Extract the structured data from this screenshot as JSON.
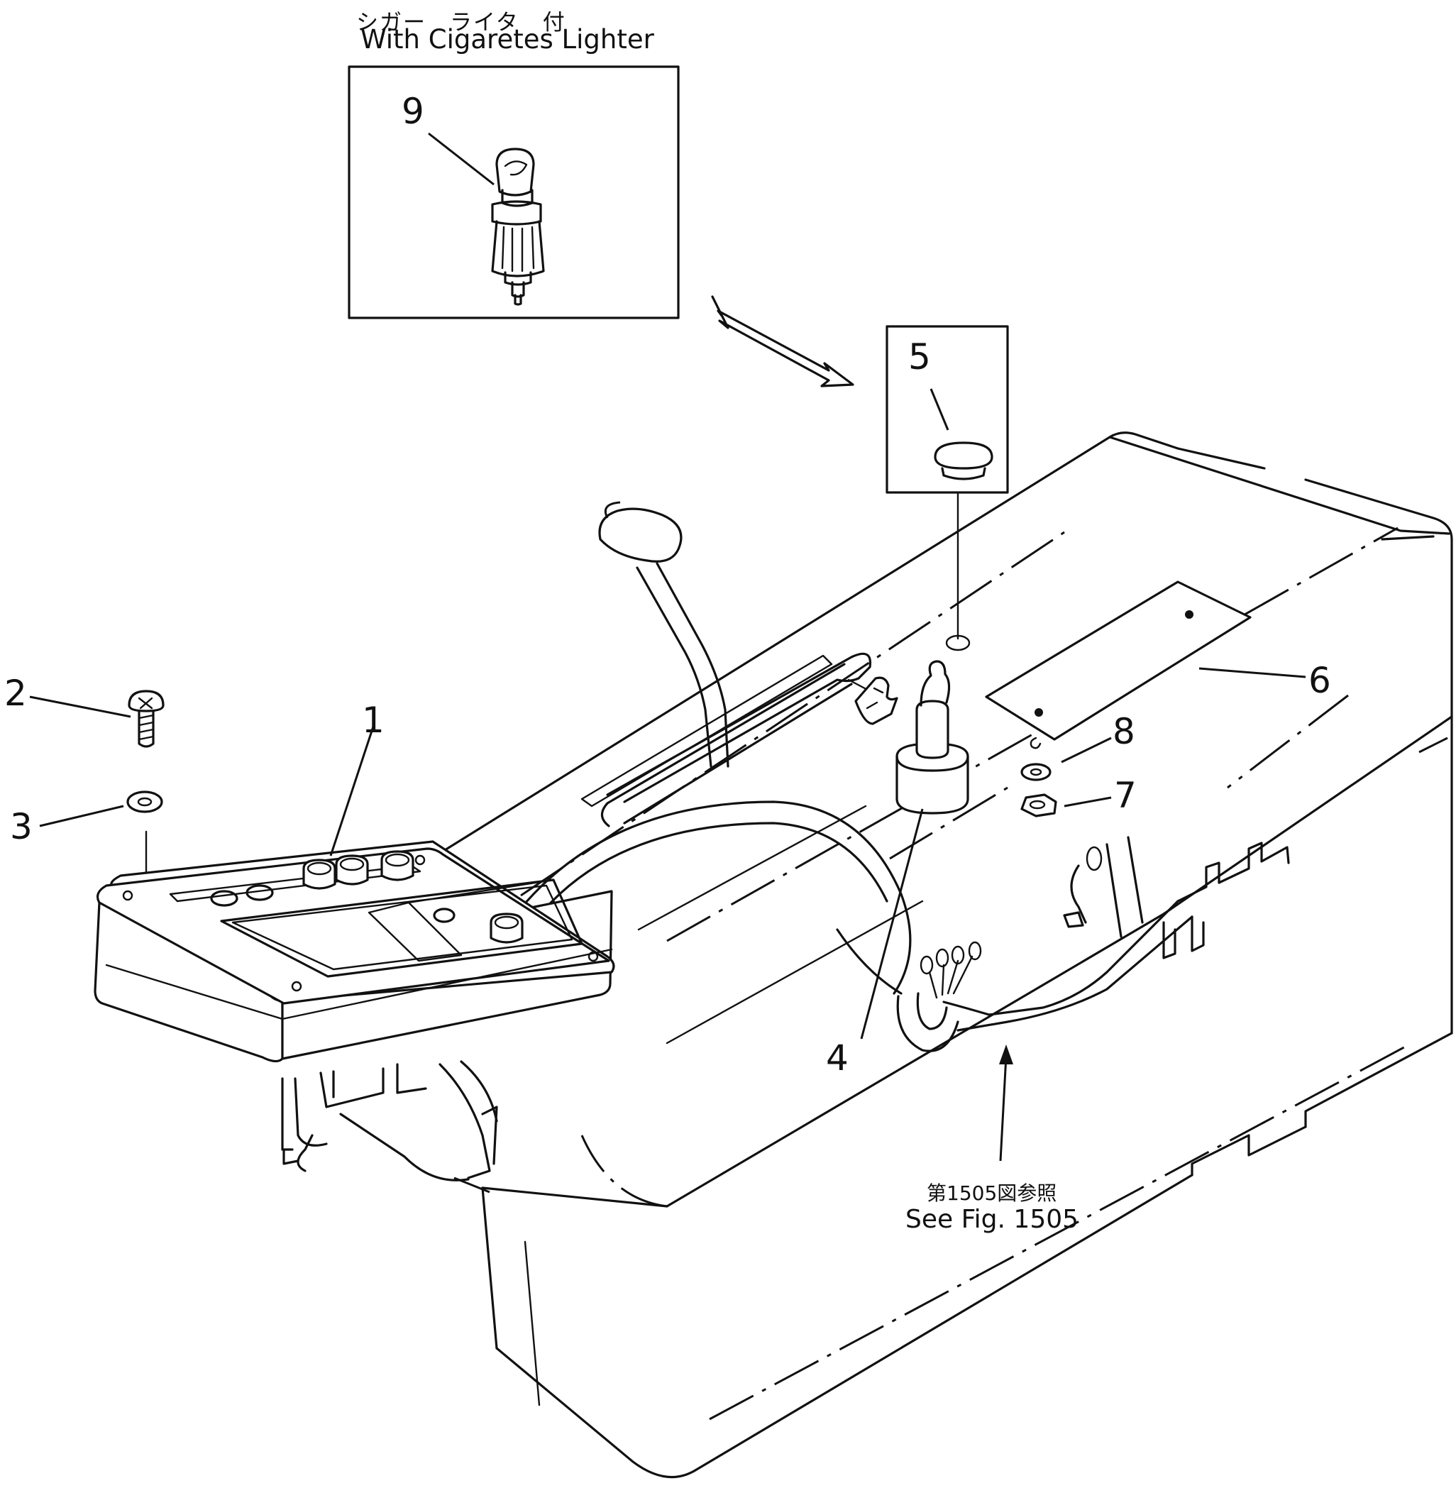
{
  "inset_top": {
    "title_jp": "シガー　ライタ　付",
    "title_en": "With Cigaretes Lighter"
  },
  "reference": {
    "text_jp": "第1505図参照",
    "text_en": "See Fig. 1505"
  },
  "callouts": [
    "1",
    "2",
    "3",
    "4",
    "5",
    "6",
    "7",
    "8",
    "9"
  ]
}
